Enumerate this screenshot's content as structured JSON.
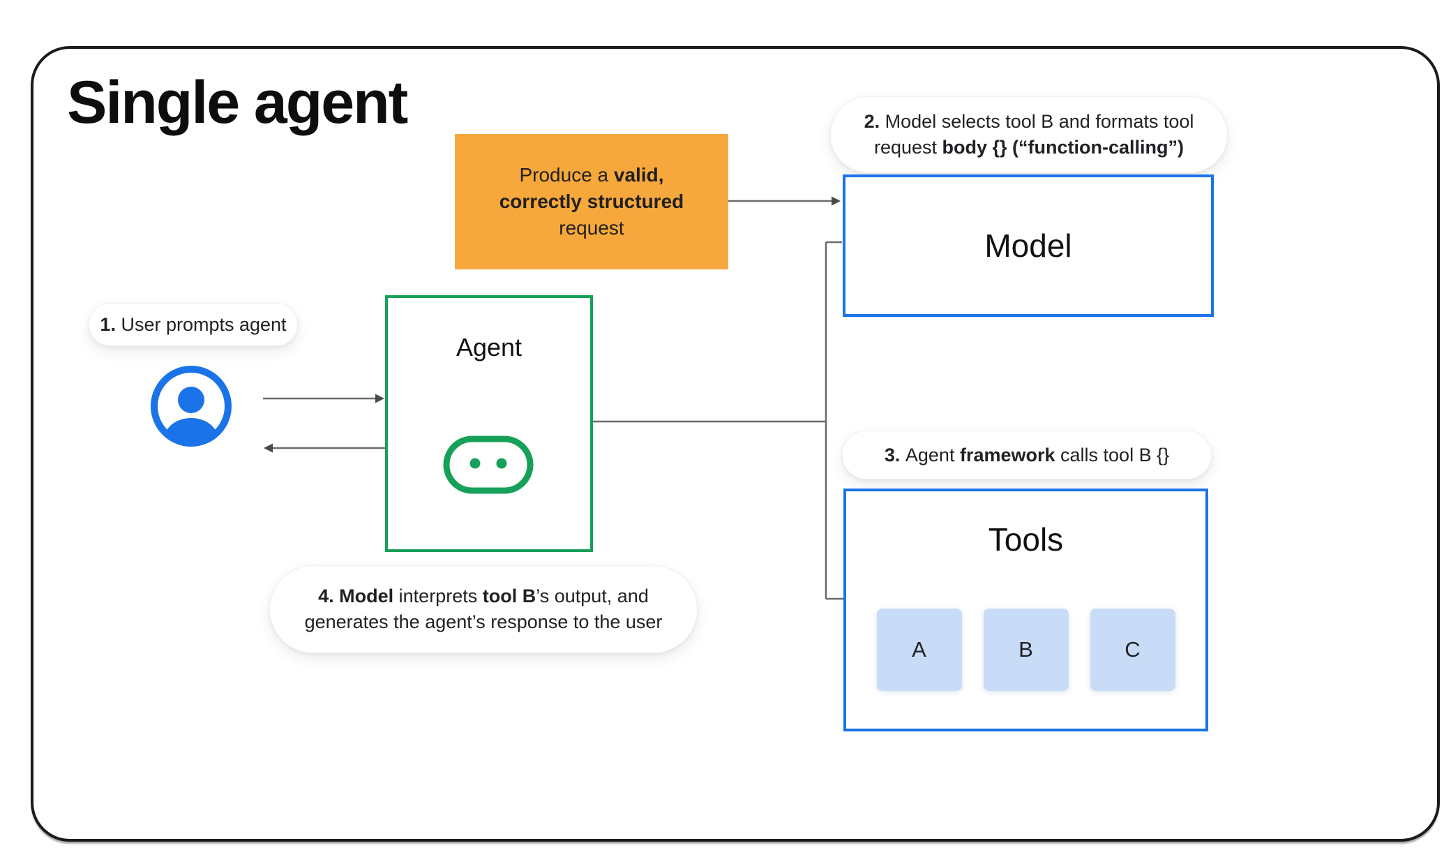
{
  "title": "Single agent",
  "colors": {
    "blue": "#1A73E8",
    "green": "#17A05A",
    "orange": "#F6A83C",
    "light_blue": "#C8DBF7",
    "connector_gray": "#6B6B6B",
    "frame_black": "#1B1B1B",
    "text": "#202124"
  },
  "orange_note": {
    "lines": [
      [
        {
          "t": "Produce a ",
          "b": false
        },
        {
          "t": "valid,",
          "b": true
        }
      ],
      [
        {
          "t": "correctly structured",
          "b": true
        }
      ],
      [
        {
          "t": "request",
          "b": false
        }
      ]
    ]
  },
  "callouts": {
    "step1": {
      "lines": [
        [
          {
            "t": "1. ",
            "b": true
          },
          {
            "t": "User prompts agent",
            "b": false
          }
        ]
      ]
    },
    "step2": {
      "lines": [
        [
          {
            "t": "2. ",
            "b": true
          },
          {
            "t": "Model selects tool B and formats tool",
            "b": false
          }
        ],
        [
          {
            "t": "request ",
            "b": false
          },
          {
            "t": "body {} (“function-calling”)",
            "b": true
          }
        ]
      ]
    },
    "step3": {
      "lines": [
        [
          {
            "t": "3. ",
            "b": true
          },
          {
            "t": "Agent ",
            "b": false
          },
          {
            "t": "framework",
            "b": true
          },
          {
            "t": " calls tool B {}",
            "b": false
          }
        ]
      ]
    },
    "step4": {
      "lines": [
        [
          {
            "t": "4. Model",
            "b": true
          },
          {
            "t": " interprets ",
            "b": false
          },
          {
            "t": "tool B",
            "b": true
          },
          {
            "t": "’s output, and",
            "b": false
          }
        ],
        [
          {
            "t": "generates the agent’s response to the user",
            "b": false
          }
        ]
      ]
    }
  },
  "boxes": {
    "model": {
      "label": "Model"
    },
    "agent": {
      "label": "Agent"
    },
    "tools": {
      "label": "Tools",
      "items": [
        "A",
        "B",
        "C"
      ]
    }
  },
  "icons": {
    "user": "user-icon",
    "robot": "robot-face-icon"
  }
}
